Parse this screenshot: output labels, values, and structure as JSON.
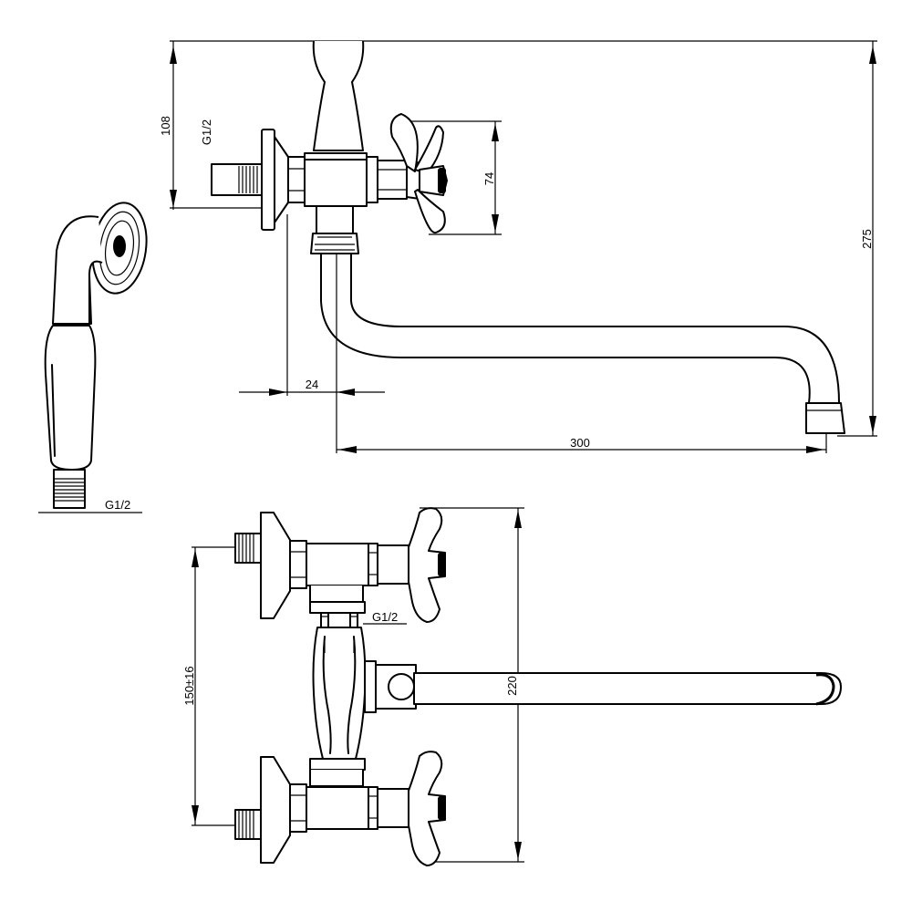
{
  "dimensions": {
    "height_108": "108",
    "thread_top": "G1/2",
    "handle_74": "74",
    "height_275": "275",
    "offset_24": "24",
    "reach_300": "300",
    "thread_shower": "G1/2",
    "thread_diverter": "G1/2",
    "center_150": "150±16",
    "height_220": "220"
  }
}
